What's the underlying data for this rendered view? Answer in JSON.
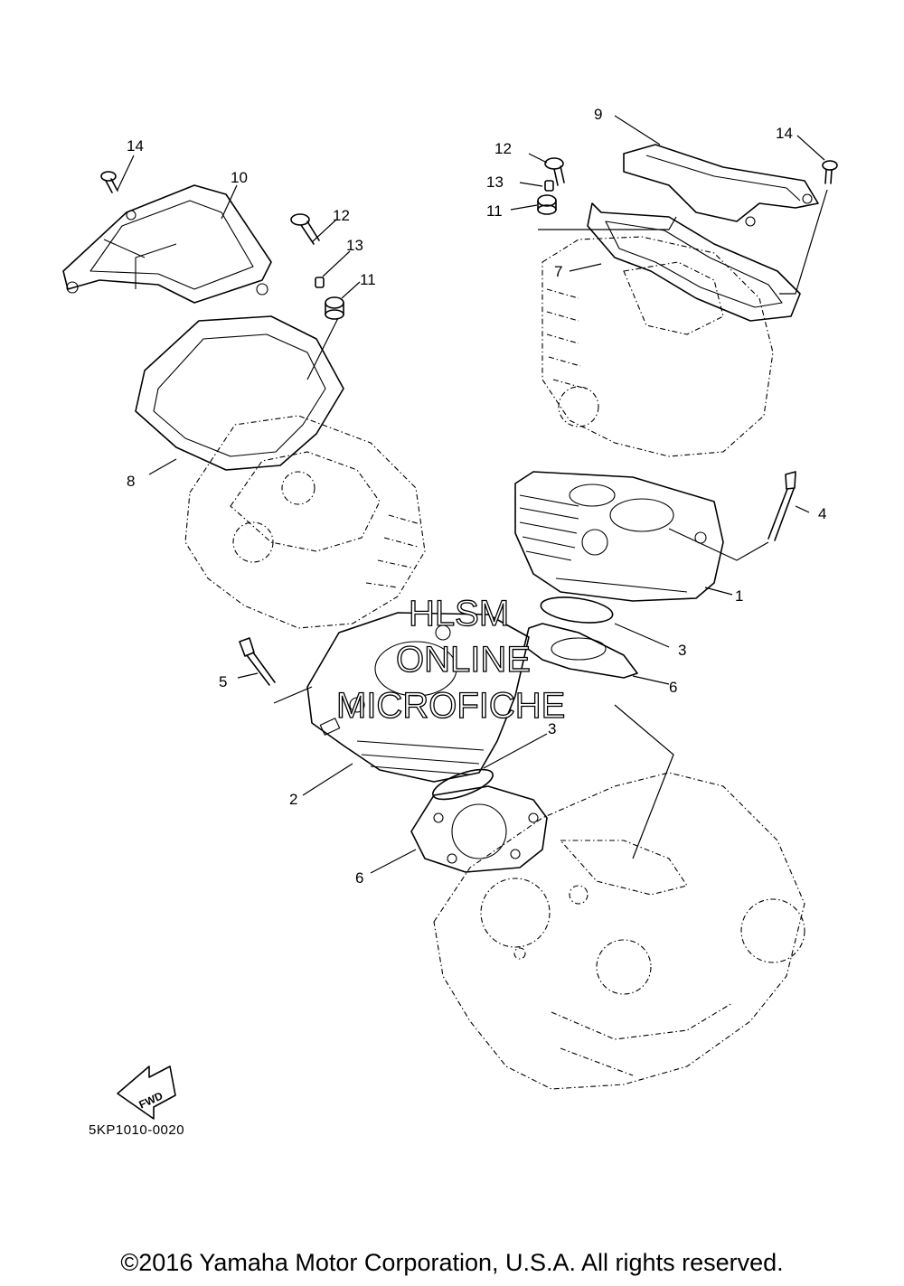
{
  "callouts": {
    "c1": "1",
    "c2": "2",
    "c3a": "3",
    "c3b": "3",
    "c4": "4",
    "c5": "5",
    "c6a": "6",
    "c6b": "6",
    "c7": "7",
    "c8": "8",
    "c9": "9",
    "c10": "10",
    "c11a": "11",
    "c11b": "11",
    "c12a": "12",
    "c12b": "12",
    "c13a": "13",
    "c13b": "13",
    "c14a": "14",
    "c14b": "14"
  },
  "watermark": {
    "line1": "HLSM",
    "line2": "ONLINE",
    "line3": "MICROFICHE"
  },
  "fwd_label": "FWD",
  "drawing_code": "5KP1010-0020",
  "copyright": "©2016 Yamaha Motor Corporation, U.S.A. All rights reserved."
}
